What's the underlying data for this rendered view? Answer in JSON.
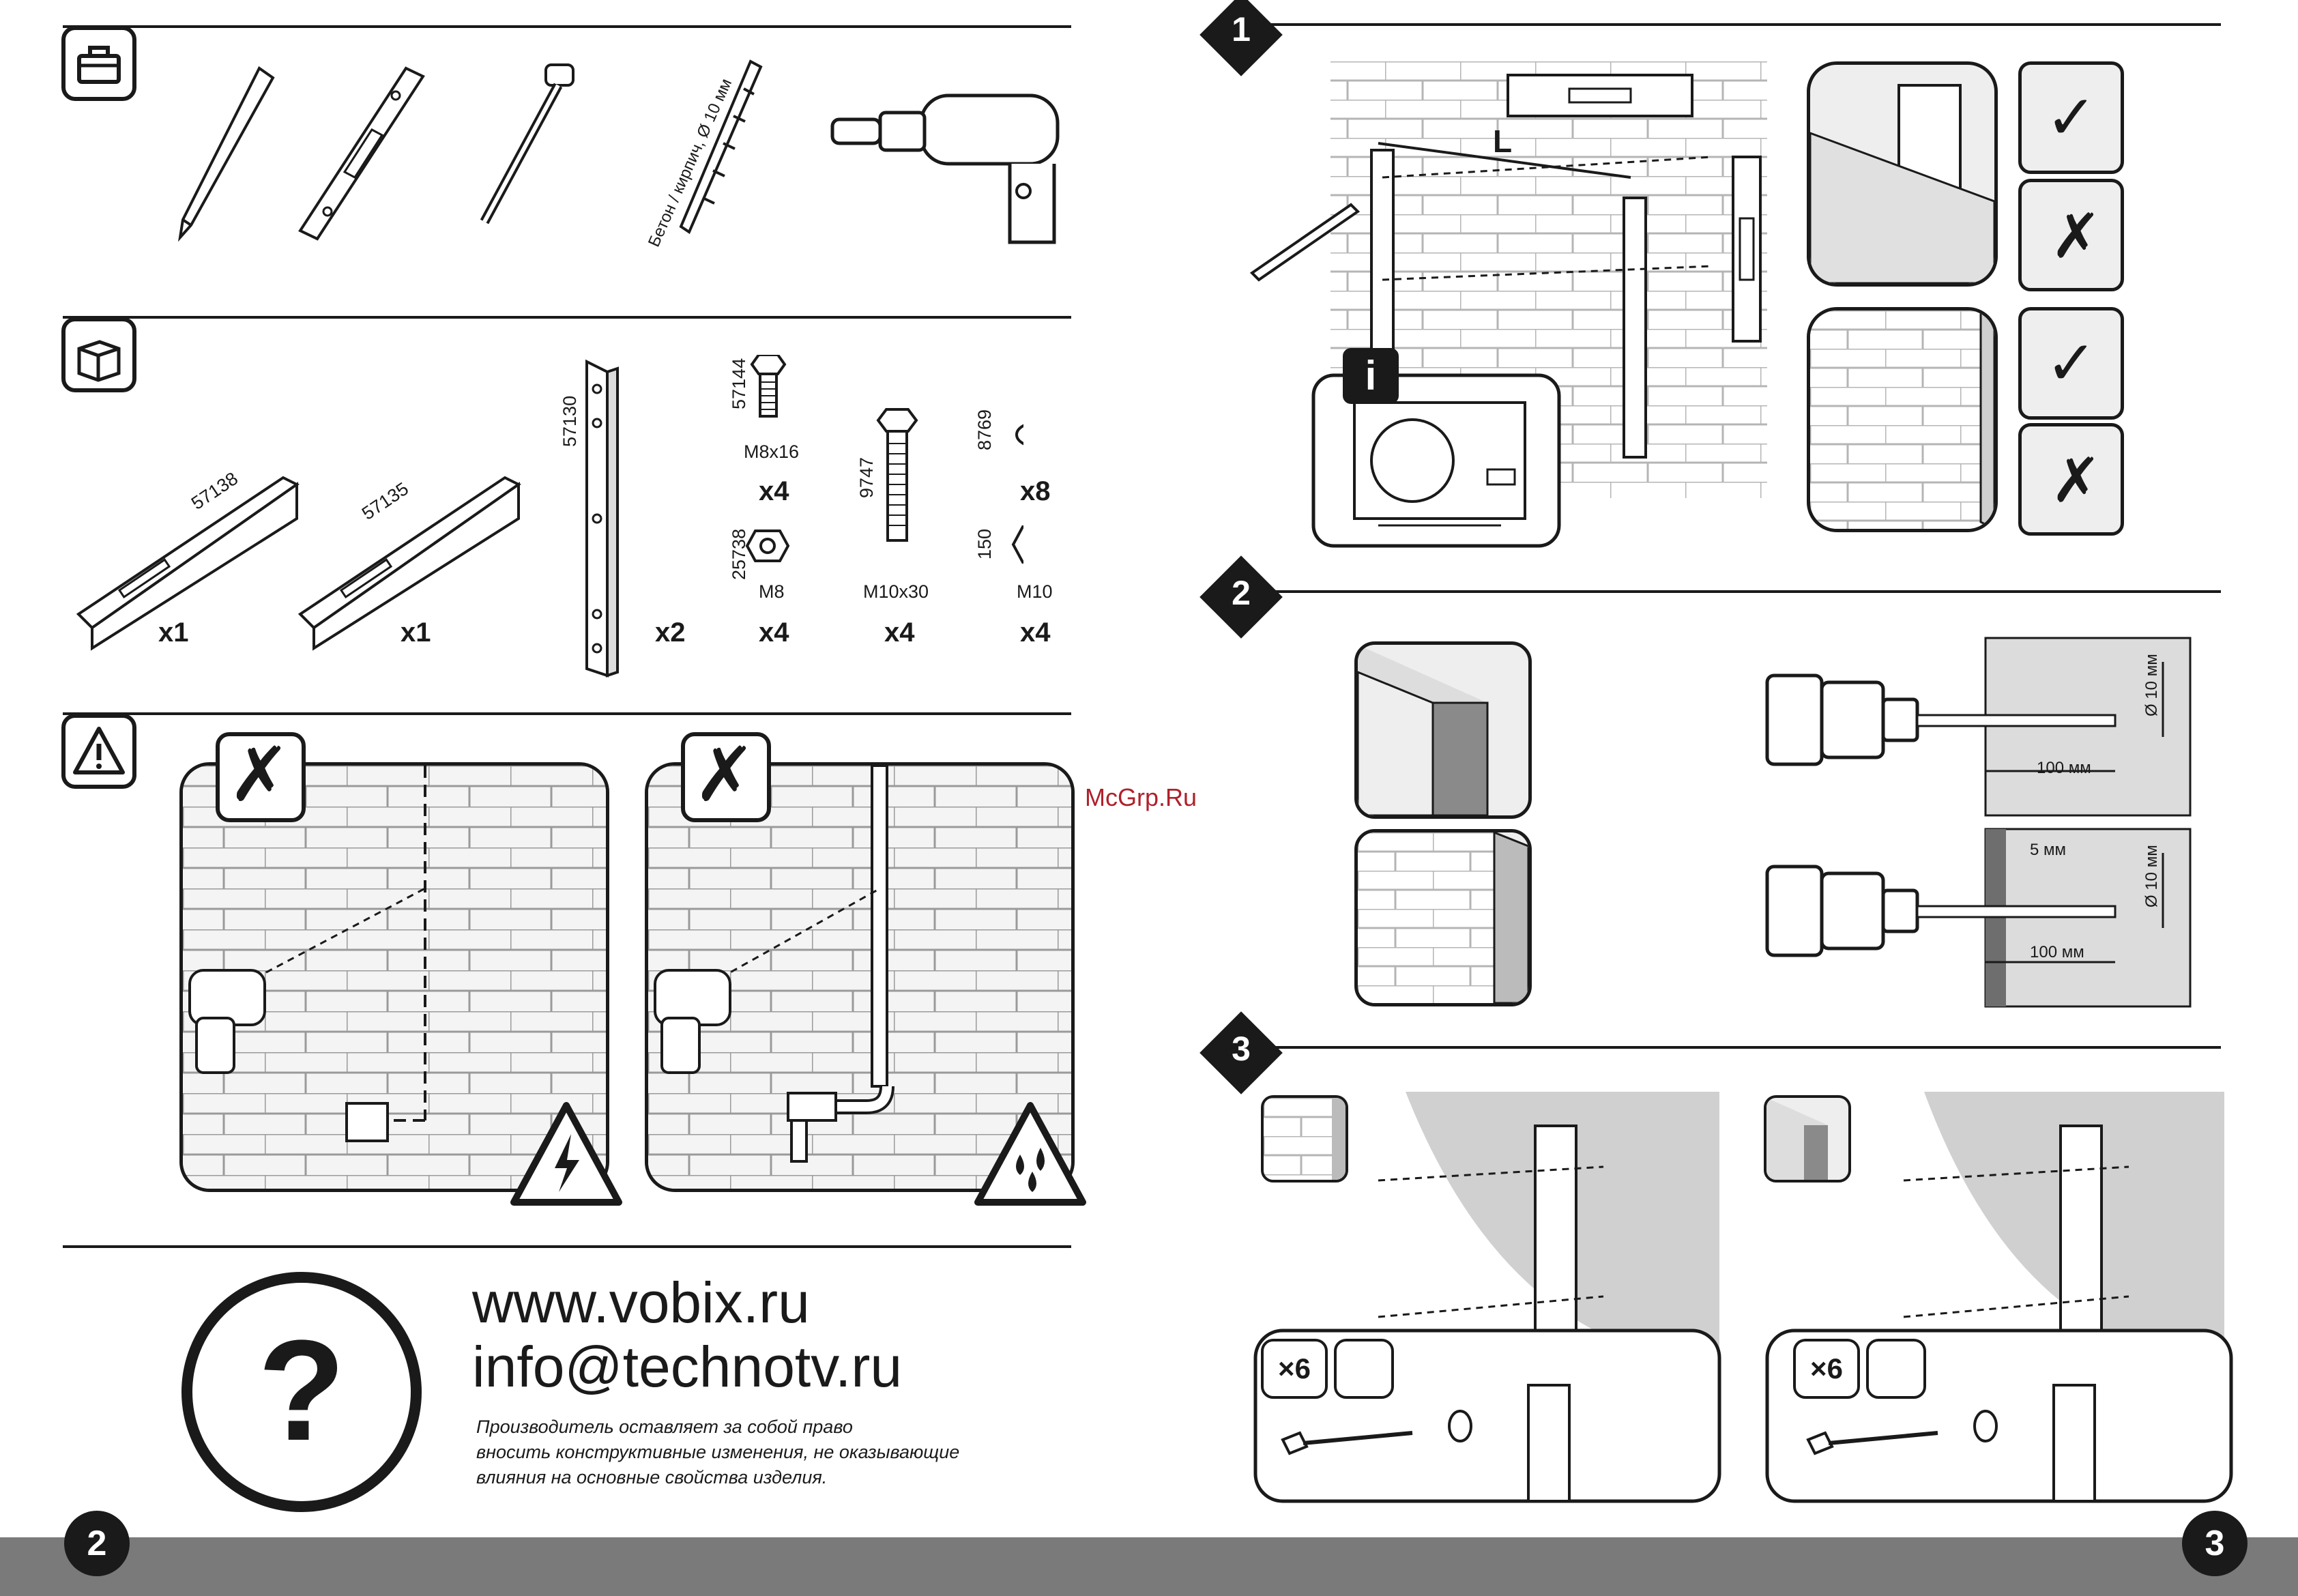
{
  "tools": {
    "drill_bit_label": "Бетон / кирпич, Ø 10 мм"
  },
  "parts": [
    {
      "code": "57138",
      "qty": "x1"
    },
    {
      "code": "57135",
      "qty": "x1"
    },
    {
      "code": "57130",
      "qty": "x2"
    },
    {
      "code": "57144",
      "size": "M8x16",
      "qty": "x4"
    },
    {
      "code": "25738",
      "size": "M8",
      "qty": "x4"
    },
    {
      "code": "9747",
      "size": "M10x30",
      "qty": "x4"
    },
    {
      "code": "8769",
      "qty": "x8"
    },
    {
      "code": "150",
      "size": "M10",
      "qty": "x4"
    }
  ],
  "watermark": "McGrp.Ru",
  "contact": {
    "website": "www.vobix.ru",
    "email": "info@technotv.ru",
    "disclaimer_lines": [
      "Производитель оставляет за собой право",
      "вносить конструктивные изменения, не оказывающие",
      "влияния на основные свойства изделия."
    ]
  },
  "steps": [
    {
      "number": "1",
      "dimension_label": "L"
    },
    {
      "number": "2",
      "hole_diameter": "Ø 10 мм",
      "hole_depth": "100 мм",
      "offset": "5 мм"
    },
    {
      "number": "3",
      "count": "×6"
    }
  ],
  "pages": {
    "left": "2",
    "right": "3"
  },
  "icons": {
    "tools": "toolbox-icon",
    "package": "box-icon",
    "warning": "warning-icon",
    "help": "question-icon",
    "info": "info-icon",
    "electric": "high-voltage-icon",
    "water": "water-hazard-icon",
    "ok": "check-icon",
    "wrong": "cross-icon"
  }
}
